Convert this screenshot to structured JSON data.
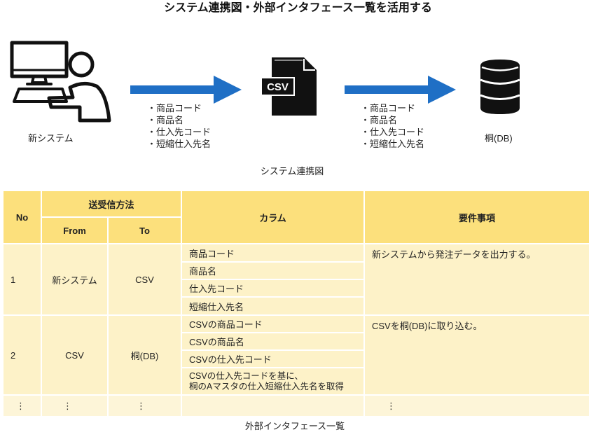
{
  "title": "システム連携図・外部インタフェース一覧を活用する",
  "colors": {
    "arrow": "#1f6fc5",
    "header": "#fce07c",
    "body": "#fdf2c8",
    "body_alt": "#fdf5d8"
  },
  "diagram": {
    "source_label": "新システム",
    "file_label": "CSV",
    "target_label": "桐(DB)",
    "flow1_items": [
      "・商品コード",
      "・商品名",
      "・仕入先コード",
      "・短縮仕入先名"
    ],
    "flow2_items": [
      "・商品コード",
      "・商品名",
      "・仕入先コード",
      "・短縮仕入先名"
    ],
    "caption": "システム連携図",
    "icons": {
      "source": "person-at-computer-icon",
      "file": "csv-file-icon",
      "target": "database-icon",
      "flow": "right-arrow-icon"
    }
  },
  "table": {
    "headers": {
      "no": "No",
      "method": "送受信方法",
      "from": "From",
      "to": "To",
      "columns": "カラム",
      "requirements": "要件事項"
    },
    "rows": [
      {
        "no": "1",
        "from": "新システム",
        "to": "CSV",
        "columns": [
          "商品コード",
          "商品名",
          "仕入先コード",
          "短縮仕入先名"
        ],
        "requirement": "新システムから発注データを出力する。"
      },
      {
        "no": "2",
        "from": "CSV",
        "to": "桐(DB)",
        "columns": [
          "CSVの商品コード",
          "CSVの商品名",
          "CSVの仕入先コード",
          "CSVの仕入先コードを基に、\n桐のAマスタの仕入短縮仕入先名を取得"
        ],
        "requirement": "CSVを桐(DB)に取り込む。"
      },
      {
        "no": "⋮",
        "from": "⋮",
        "to": "⋮",
        "requirement": "⋮"
      }
    ],
    "caption": "外部インタフェース一覧"
  }
}
